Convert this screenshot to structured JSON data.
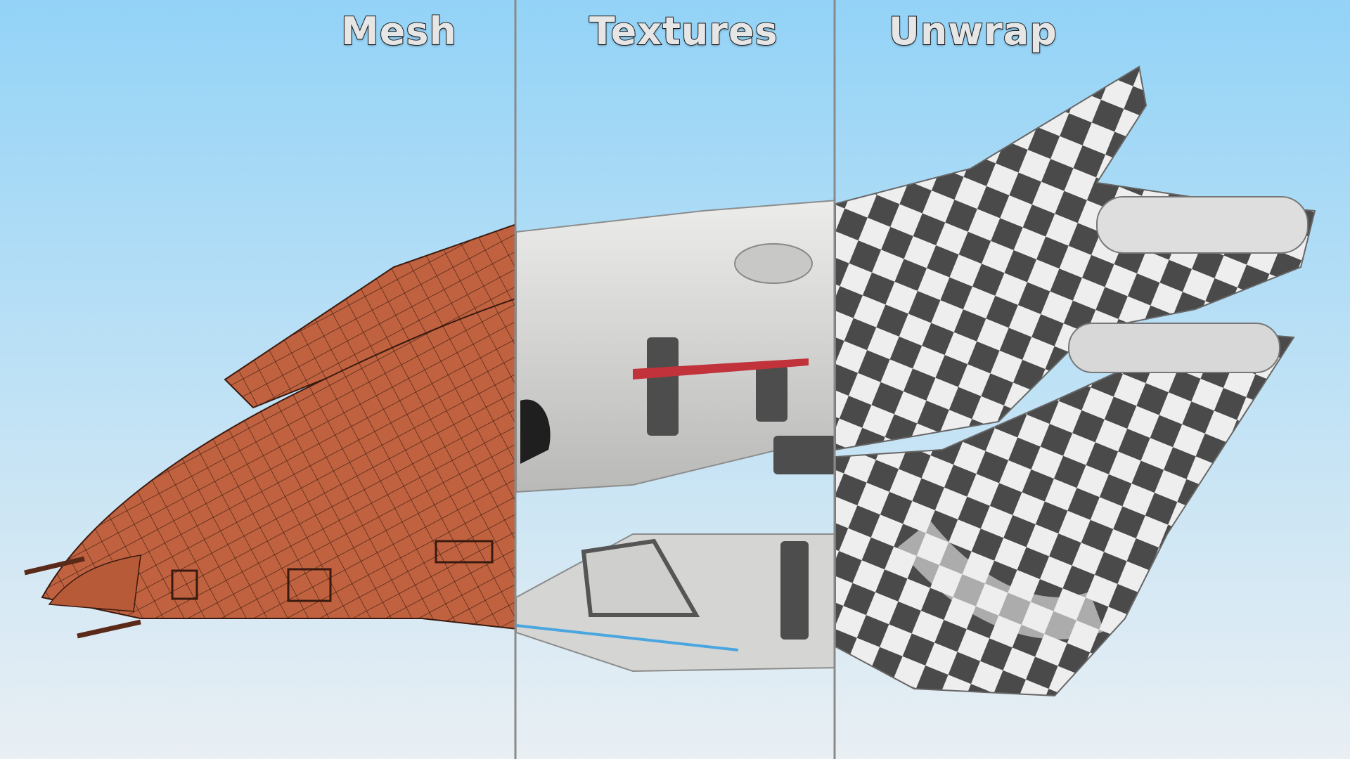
{
  "panels": [
    {
      "label": "Mesh"
    },
    {
      "label": "Textures"
    },
    {
      "label": "Unwrap"
    }
  ],
  "colors": {
    "sky_top": "#93d3f7",
    "sky_bottom": "#e9eff3",
    "divider": "#8a8a8a",
    "mesh_fill": "#c0623f",
    "mesh_wire": "#3a1a10",
    "texture_light": "#d9d9d7",
    "texture_dark": "#4d4d4d",
    "texture_accent": "#c2323a",
    "checker_light": "#eeeeee",
    "checker_dark": "#4a4a4a"
  }
}
